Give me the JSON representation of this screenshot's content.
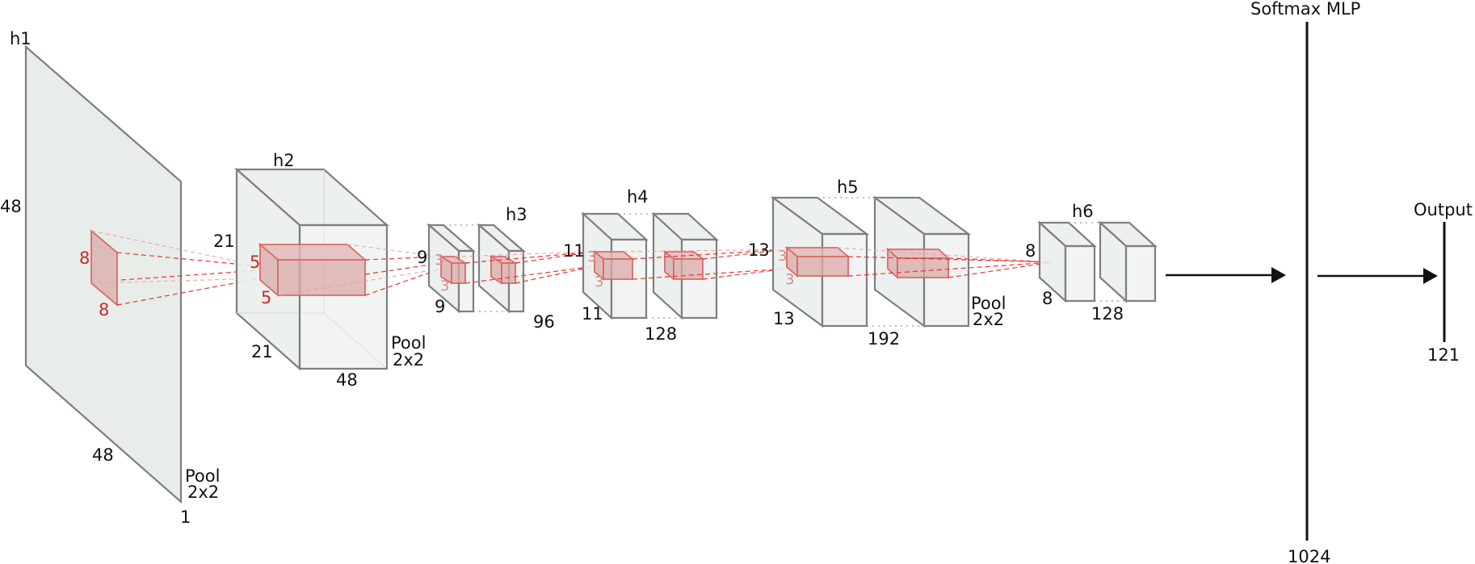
{
  "layers": {
    "h1": {
      "name": "h1",
      "height": "48",
      "width": "48",
      "depth": "1",
      "pool": "Pool",
      "pool_size": "2x2",
      "kernel_h": "8",
      "kernel_w": "8"
    },
    "h2": {
      "name": "h2",
      "height": "21",
      "width": "21",
      "depth": "48",
      "pool": "Pool",
      "pool_size": "2x2",
      "kernel_h": "5",
      "kernel_w": "5"
    },
    "h3": {
      "name": "h3",
      "height": "9",
      "width": "9",
      "depth": "96",
      "kernel_h": "3",
      "kernel_w": "3"
    },
    "h4": {
      "name": "h4",
      "height": "11",
      "width": "11",
      "depth": "128",
      "kernel_h": "3",
      "kernel_w": "3"
    },
    "h5": {
      "name": "h5",
      "height": "13",
      "width": "13",
      "depth": "192",
      "pool": "Pool",
      "pool_size": "2x2",
      "kernel_h": "3",
      "kernel_w": "3"
    },
    "h6": {
      "name": "h6",
      "height": "8",
      "width": "8",
      "depth": "128"
    }
  },
  "mlp": {
    "title": "Softmax MLP",
    "units": "1024"
  },
  "output": {
    "title": "Output",
    "units": "121"
  },
  "colors": {
    "box_fill": "#eaeeec",
    "box_stroke": "#7f7f7f",
    "kernel_fill": "#d9a9a7",
    "kernel_stroke": "#d76b68",
    "receptive_field": "#ee3333",
    "kernel_label": "#cc2a2a"
  }
}
